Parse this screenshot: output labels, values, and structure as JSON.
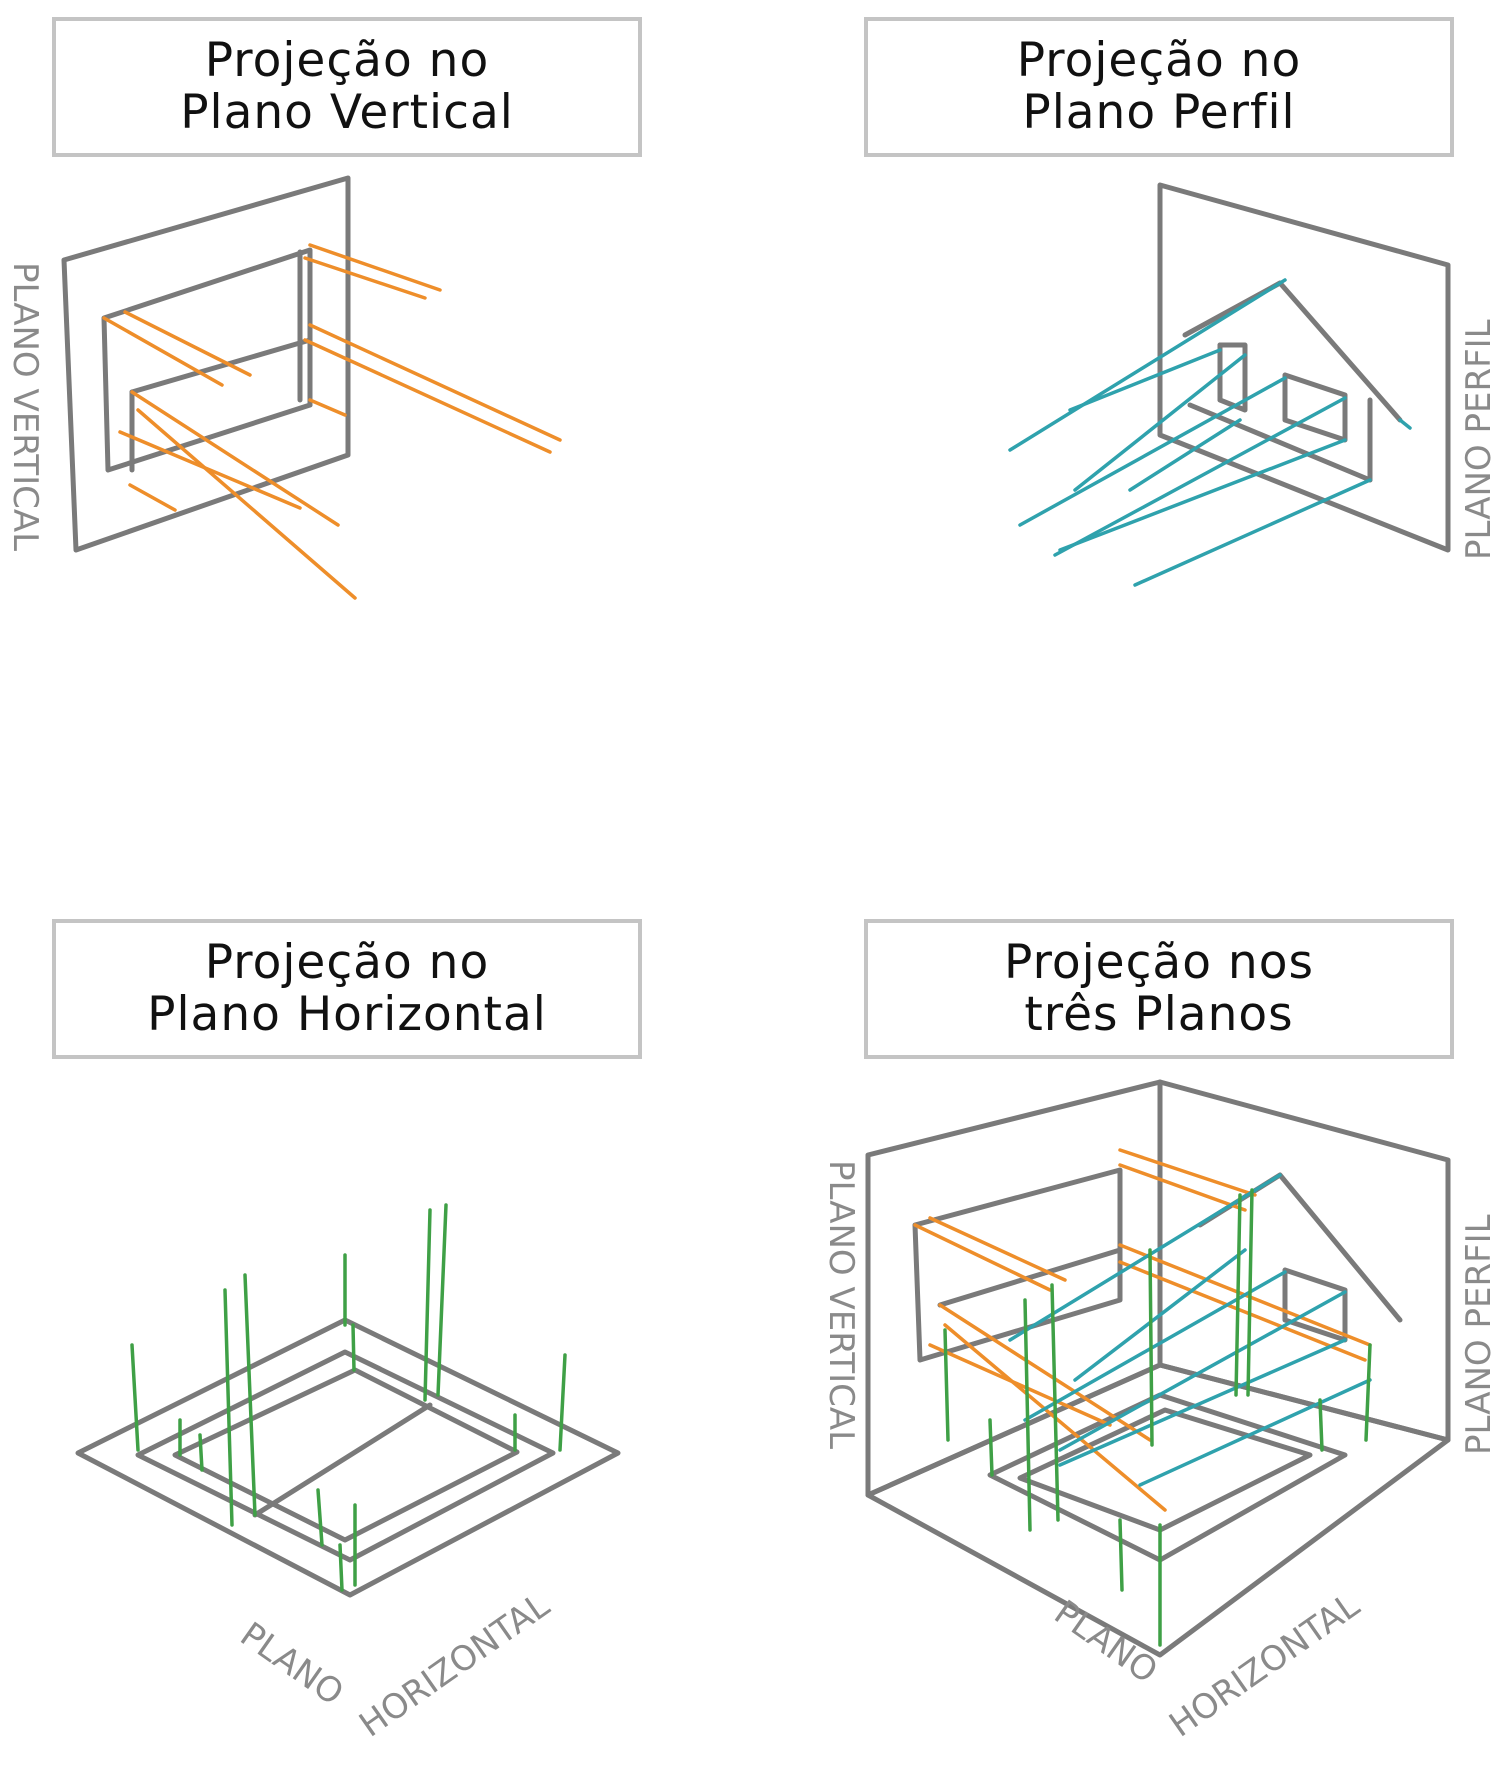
{
  "colors": {
    "frame": "#7a7a7a",
    "vertical_projection": "#ee8e2a",
    "profile_projection": "#2fa2ad",
    "horizontal_projection": "#3fa046",
    "title_border": "#c4c4c4"
  },
  "panels": {
    "vertical": {
      "title_line1": "Projeção no",
      "title_line2": "Plano Vertical",
      "plane_label": "PLANO VERTICAL"
    },
    "profile": {
      "title_line1": "Projeção no",
      "title_line2": "Plano Perfil",
      "plane_label": "PLANO PERFIL"
    },
    "horizontal": {
      "title_line1": "Projeção no",
      "title_line2": "Plano Horizontal",
      "plane_label_word1": "PLANO",
      "plane_label_word2": "HORIZONTAL"
    },
    "all": {
      "title_line1": "Projeção nos",
      "title_line2": "três Planos",
      "vertical_label": "PLANO VERTICAL",
      "profile_label": "PLANO PERFIL",
      "horizontal_label_word1": "PLANO",
      "horizontal_label_word2": "HORIZONTAL"
    }
  }
}
